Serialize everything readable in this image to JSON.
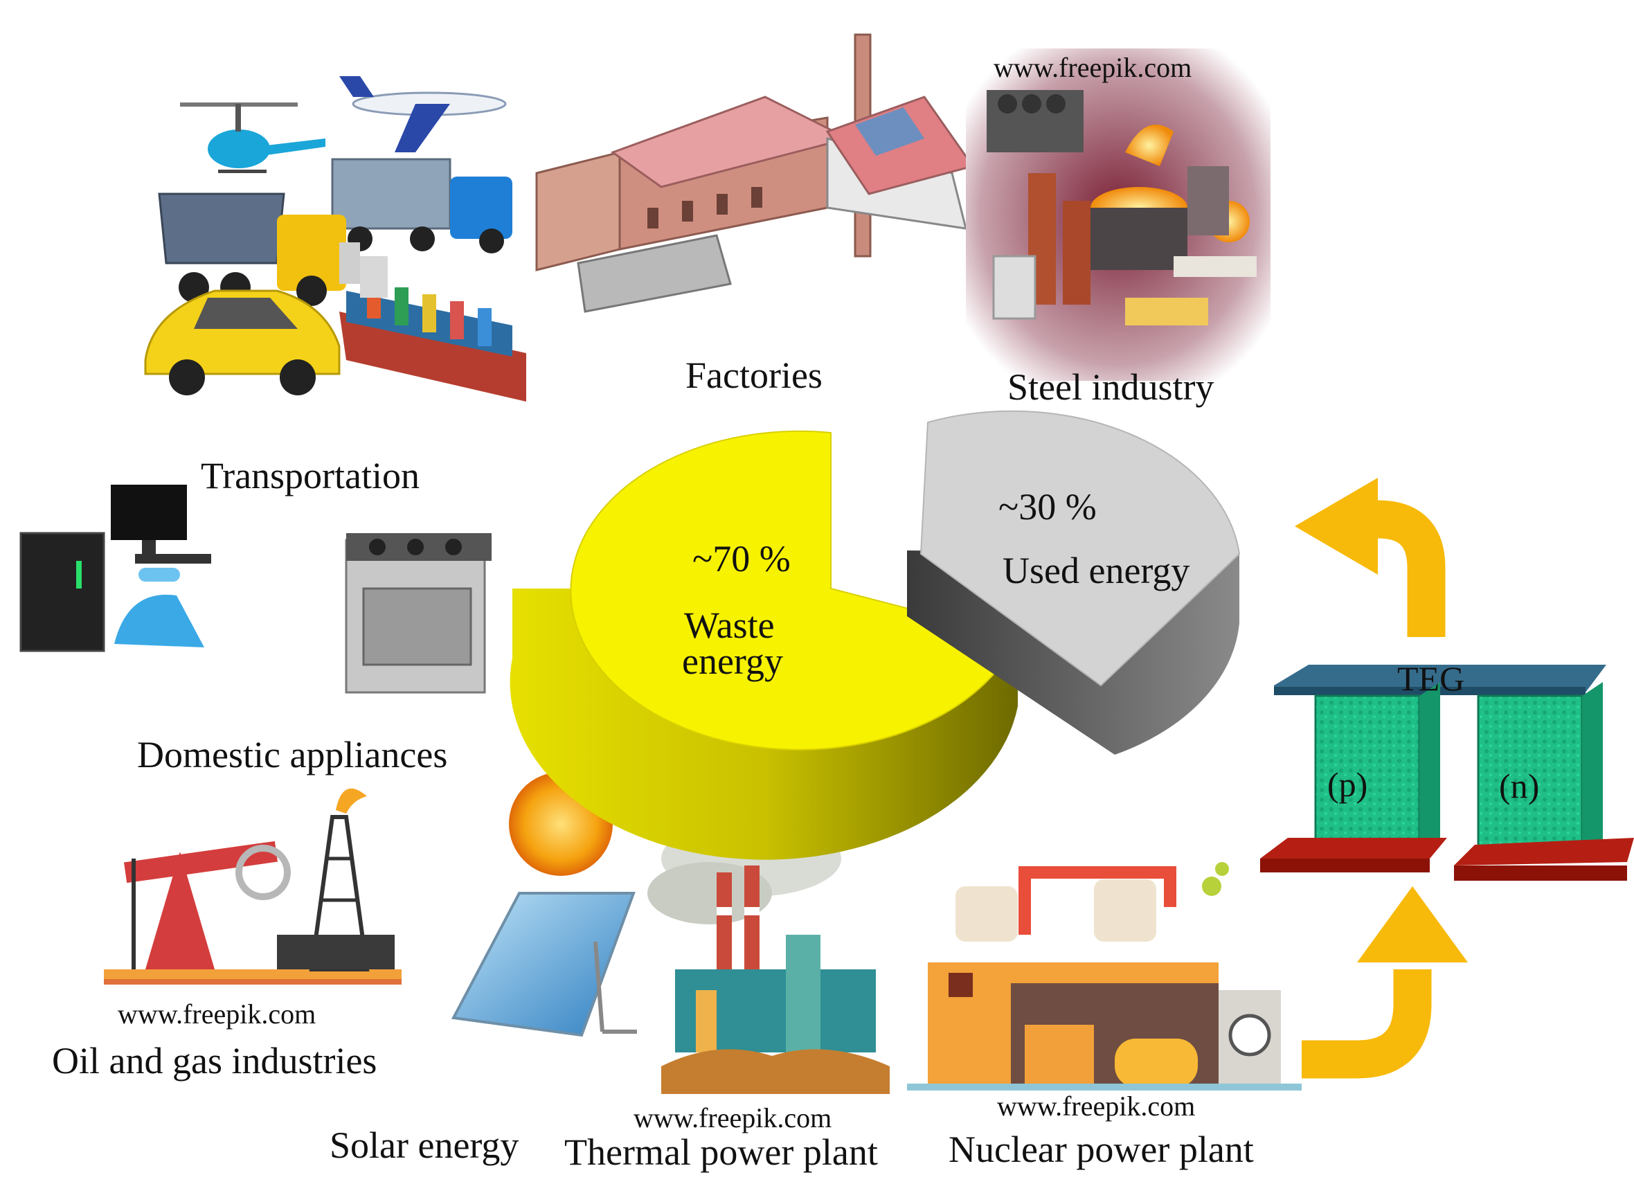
{
  "labels": {
    "transportation": "Transportation",
    "factories": "Factories",
    "steel_industry": "Steel industry",
    "domestic_appliances": "Domestic appliances",
    "oil_gas": "Oil and gas industries",
    "solar": "Solar energy",
    "thermal": "Thermal power plant",
    "nuclear": "Nuclear power plant"
  },
  "watermarks": {
    "steel": "www.freepik.com",
    "oil": "www.freepik.com",
    "thermal": "www.freepik.com",
    "nuclear": "www.freepik.com"
  },
  "pie": {
    "waste": {
      "percent": "~70 %",
      "line1": "Waste",
      "line2": "energy",
      "share": 70,
      "color": "#f7f200"
    },
    "used": {
      "percent": "~30 %",
      "line1": "Used energy",
      "share": 30,
      "color": "#cfcfcf"
    }
  },
  "teg": {
    "title": "TEG",
    "p_leg": "(p)",
    "n_leg": "(n)",
    "leg_color": "#1fbf87",
    "plate_color": "#356c8c",
    "base_color": "#b51f13"
  },
  "colors": {
    "arrow": "#f7b90a"
  },
  "icons": {
    "transportation": "vehicles-illustration",
    "factories": "factory-illustration",
    "steel": "steel-mill-illustration",
    "appliances": "appliances-illustration",
    "oil_gas": "oil-rig-illustration",
    "solar": "solar-panel-illustration",
    "thermal": "power-plant-illustration",
    "nuclear": "nuclear-plant-illustration"
  }
}
